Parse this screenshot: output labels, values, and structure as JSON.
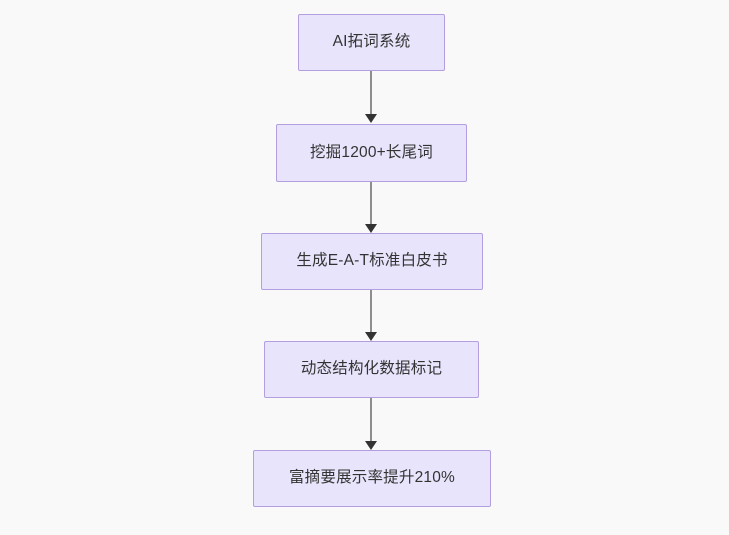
{
  "diagram": {
    "type": "flowchart",
    "orientation": "top-to-bottom",
    "background_color": "#f9f9f9",
    "node_fill_color": "#e8e4fb",
    "node_border_color": "#b39ee0",
    "node_text_color": "#333333",
    "edge_color": "#8e8e8e",
    "arrowhead_color": "#333333",
    "nodes": [
      {
        "id": "n1",
        "label": "AI拓词系统"
      },
      {
        "id": "n2",
        "label": "挖掘1200+长尾词"
      },
      {
        "id": "n3",
        "label": "生成E-A-T标准白皮书"
      },
      {
        "id": "n4",
        "label": "动态结构化数据标记"
      },
      {
        "id": "n5",
        "label": "富摘要展示率提升210%"
      }
    ],
    "edges": [
      {
        "id": "e1",
        "from": "n1",
        "to": "n2",
        "arrow": "arrow-down-icon"
      },
      {
        "id": "e2",
        "from": "n2",
        "to": "n3",
        "arrow": "arrow-down-icon"
      },
      {
        "id": "e3",
        "from": "n3",
        "to": "n4",
        "arrow": "arrow-down-icon"
      },
      {
        "id": "e4",
        "from": "n4",
        "to": "n5",
        "arrow": "arrow-down-icon"
      }
    ]
  }
}
